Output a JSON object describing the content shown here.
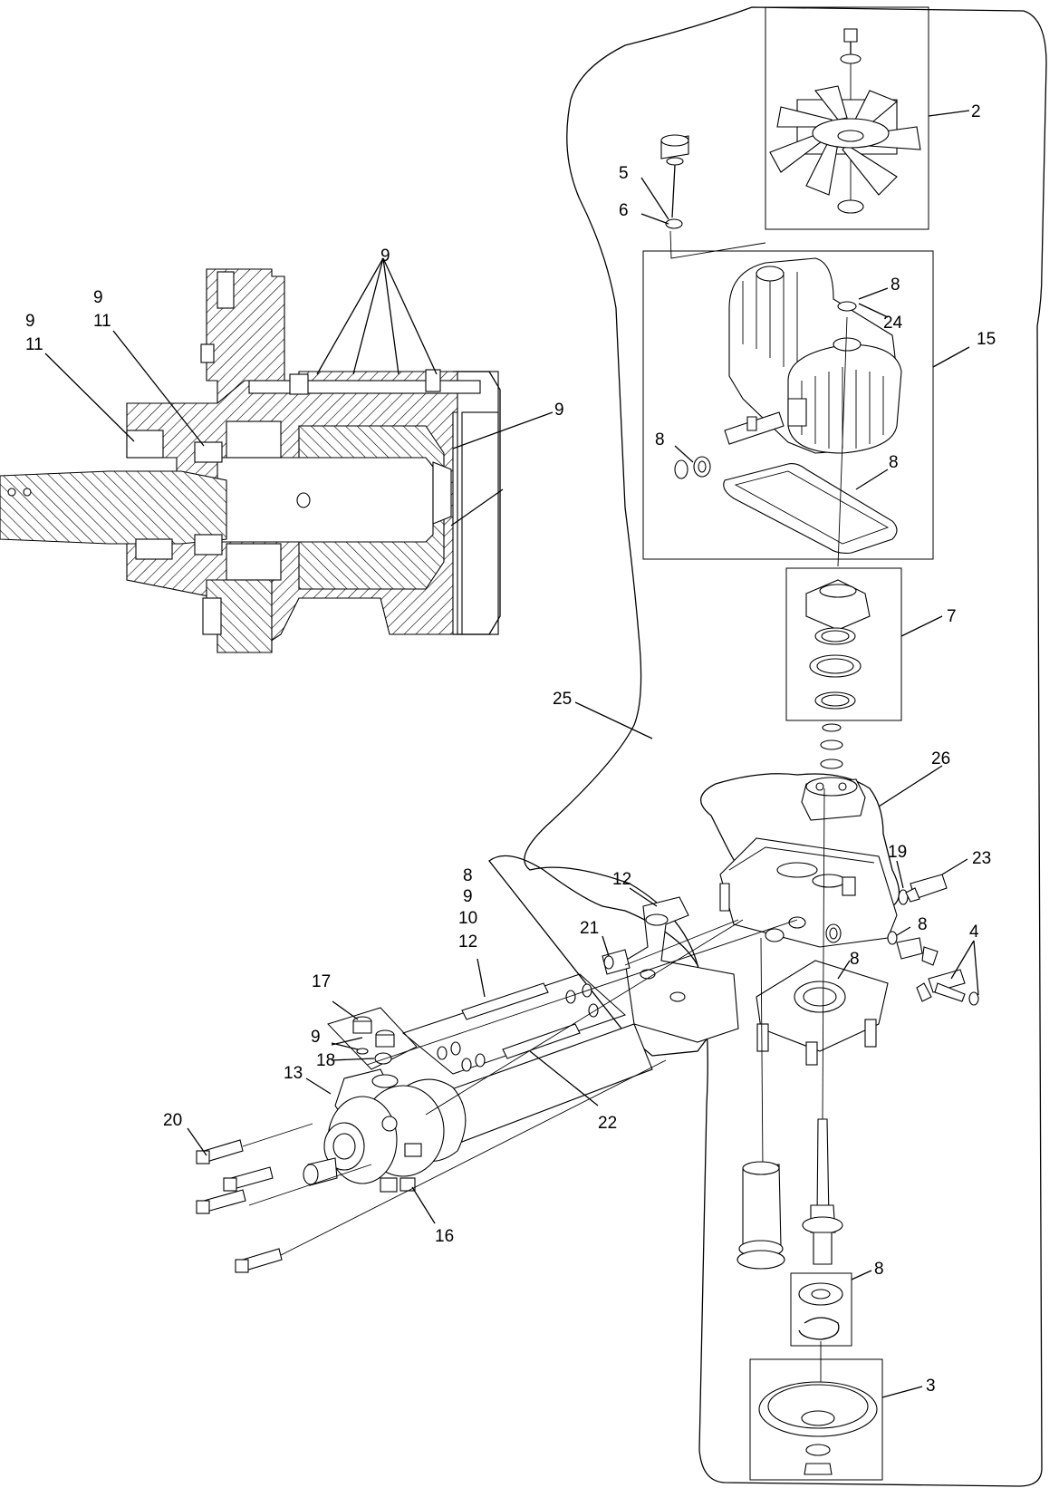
{
  "callouts": [
    {
      "id": "c2",
      "text": "2"
    },
    {
      "id": "c5",
      "text": "5"
    },
    {
      "id": "c6",
      "text": "6"
    },
    {
      "id": "c8a",
      "text": "8"
    },
    {
      "id": "c24",
      "text": "24"
    },
    {
      "id": "c15",
      "text": "15"
    },
    {
      "id": "c8b",
      "text": "8"
    },
    {
      "id": "c8c",
      "text": "8"
    },
    {
      "id": "c7",
      "text": "7"
    },
    {
      "id": "c25",
      "text": "25"
    },
    {
      "id": "c26",
      "text": "26"
    },
    {
      "id": "c19",
      "text": "19"
    },
    {
      "id": "c23",
      "text": "23"
    },
    {
      "id": "c8d",
      "text": "8"
    },
    {
      "id": "c4",
      "text": "4"
    },
    {
      "id": "c8e",
      "text": "8"
    },
    {
      "id": "c12",
      "text": "12"
    },
    {
      "id": "c21",
      "text": "21"
    },
    {
      "id": "c8g1",
      "text": "8"
    },
    {
      "id": "c9g2",
      "text": "9"
    },
    {
      "id": "c10g3",
      "text": "10"
    },
    {
      "id": "c12g4",
      "text": "12"
    },
    {
      "id": "c17",
      "text": "17"
    },
    {
      "id": "c9f",
      "text": "9"
    },
    {
      "id": "c18",
      "text": "18"
    },
    {
      "id": "c13",
      "text": "13"
    },
    {
      "id": "c22",
      "text": "22"
    },
    {
      "id": "c20",
      "text": "20"
    },
    {
      "id": "c16",
      "text": "16"
    },
    {
      "id": "c8f",
      "text": "8"
    },
    {
      "id": "c3",
      "text": "3"
    },
    {
      "id": "s9top",
      "text": "9"
    },
    {
      "id": "s9l1",
      "text": "9"
    },
    {
      "id": "s11l1",
      "text": "11"
    },
    {
      "id": "s9l2",
      "text": "9"
    },
    {
      "id": "s11l2",
      "text": "11"
    },
    {
      "id": "s9r",
      "text": "9"
    }
  ]
}
